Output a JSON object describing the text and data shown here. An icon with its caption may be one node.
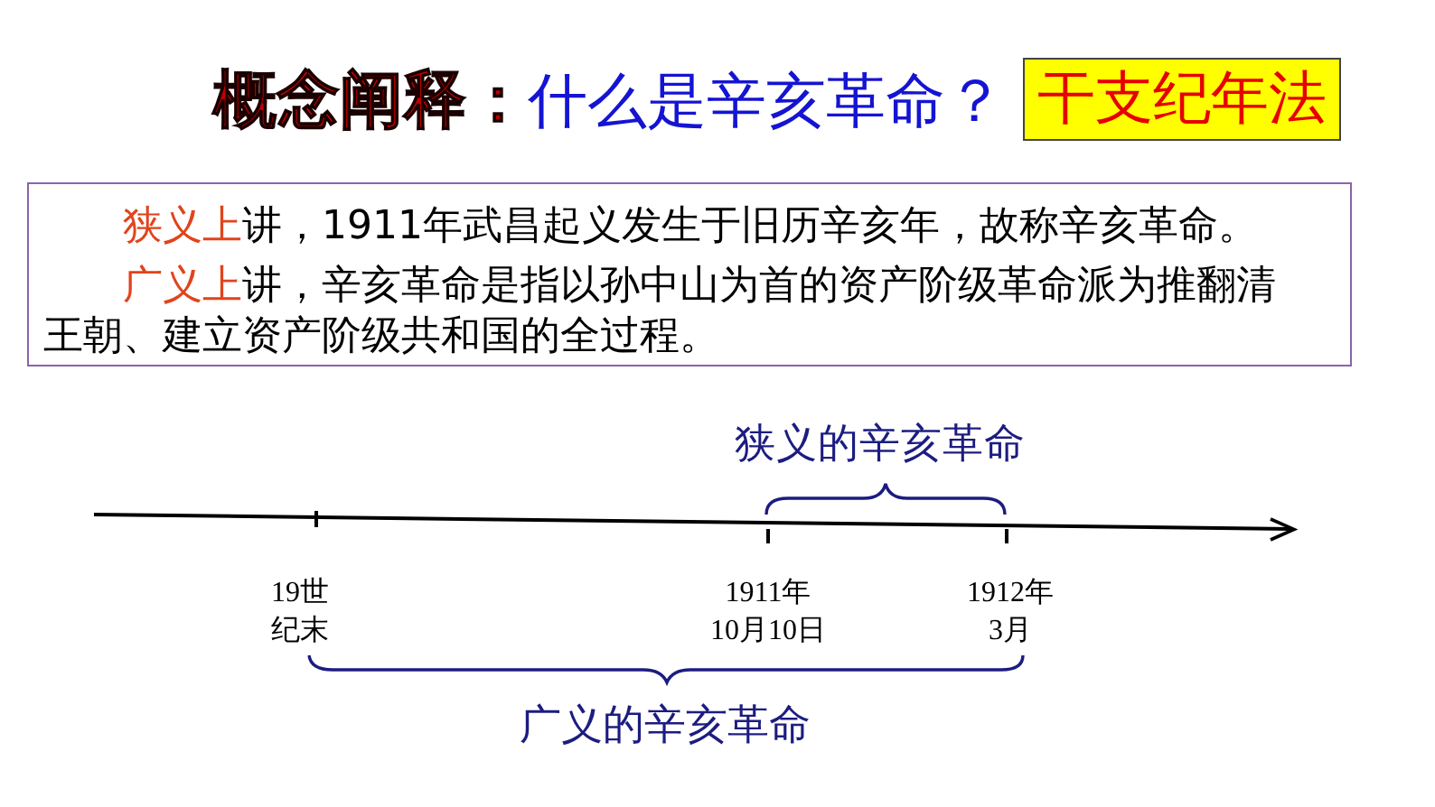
{
  "diagram": {
    "title": "概念阐释：",
    "nodes": [
      {
        "text": [
          "干支纪年法"
        ]
      },
      {
        "text": [
          "**狭义上**讲，1911年武昌起义发生于旧历辛亥年，故称辛亥革命。",
          "**广义上**讲，辛亥革命是指以孙中山为首的资产阶级革命派为推翻清王朝、建立资产阶级共和国的全过程。"
        ]
      }
    ],
    "labels": [
      "什么是辛亥革命？",
      "狭义的辛亥革命",
      "19世纪末",
      "1911年10月10日",
      "1912年3月",
      "广义的辛亥革命"
    ]
  }
}
